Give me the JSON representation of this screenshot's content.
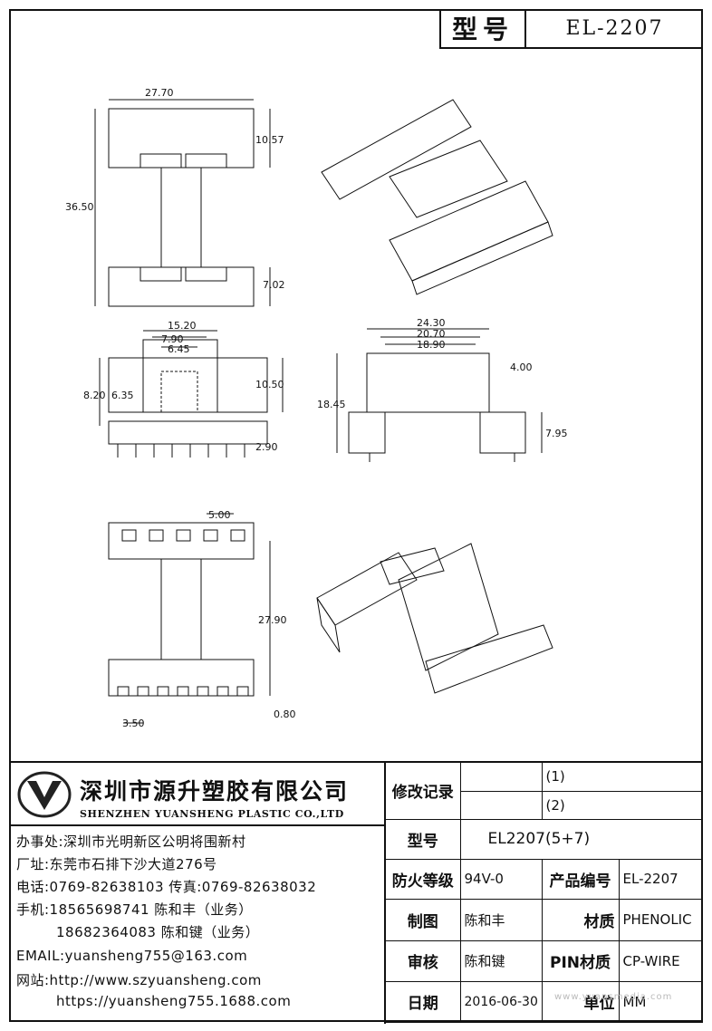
{
  "title": {
    "label": "型号",
    "value": "EL-2207"
  },
  "dims": {
    "d27_70": "27.70",
    "d10_57": "10.57",
    "d36_50": "36.50",
    "d7_02": "7.02",
    "d15_20": "15.20",
    "d7_90": "7.90",
    "d6_45": "6.45",
    "d8_20": "8.20",
    "d6_35": "6.35",
    "d10_50": "10.50",
    "d2_90": "2.90",
    "d24_30": "24.30",
    "d20_70": "20.70",
    "d18_90": "18.90",
    "d4_00": "4.00",
    "d18_45": "18.45",
    "d7_95": "7.95",
    "d5_00": "5.00",
    "d27_90": "27.90",
    "d3_50": "3.50",
    "d0_80": "0.80"
  },
  "company": {
    "name_cn": "深圳市源升塑胶有限公司",
    "name_en": "SHENZHEN YUANSHENG PLASTIC CO.,LTD",
    "office": "办事处:深圳市光明新区公明将围新村",
    "factory": "厂址:东莞市石排下沙大道276号",
    "phone": "电话:0769-82638103 传真:0769-82638032",
    "mobile1": "手机:18565698741 陈和丰（业务）",
    "mobile2": "18682364083 陈和键（业务）",
    "email": "EMAIL:yuansheng755@163.com",
    "web1": "网站:http://www.szyuansheng.com",
    "web2": "https://yuansheng755.1688.com"
  },
  "spec": {
    "rev_label": "修改记录",
    "rev1": "(1)",
    "rev2": "(2)",
    "model_label": "型号",
    "model_value": "EL2207(5+7)",
    "fire_label": "防火等级",
    "fire_value": "94V-0",
    "code_label": "产品编号",
    "code_value": "EL-2207",
    "draw_label": "制图",
    "draw_value": "陈和丰",
    "mat_label": "材质",
    "mat_value": "PHENOLIC",
    "check_label": "审核",
    "check_value": "陈和键",
    "pin_label": "PIN材质",
    "pin_value": "CP-WIRE",
    "date_label": "日期",
    "date_value": "2016-06-30",
    "unit_label": "单位",
    "unit_value": "MM"
  },
  "watermark": "www.yuansmedia.com"
}
